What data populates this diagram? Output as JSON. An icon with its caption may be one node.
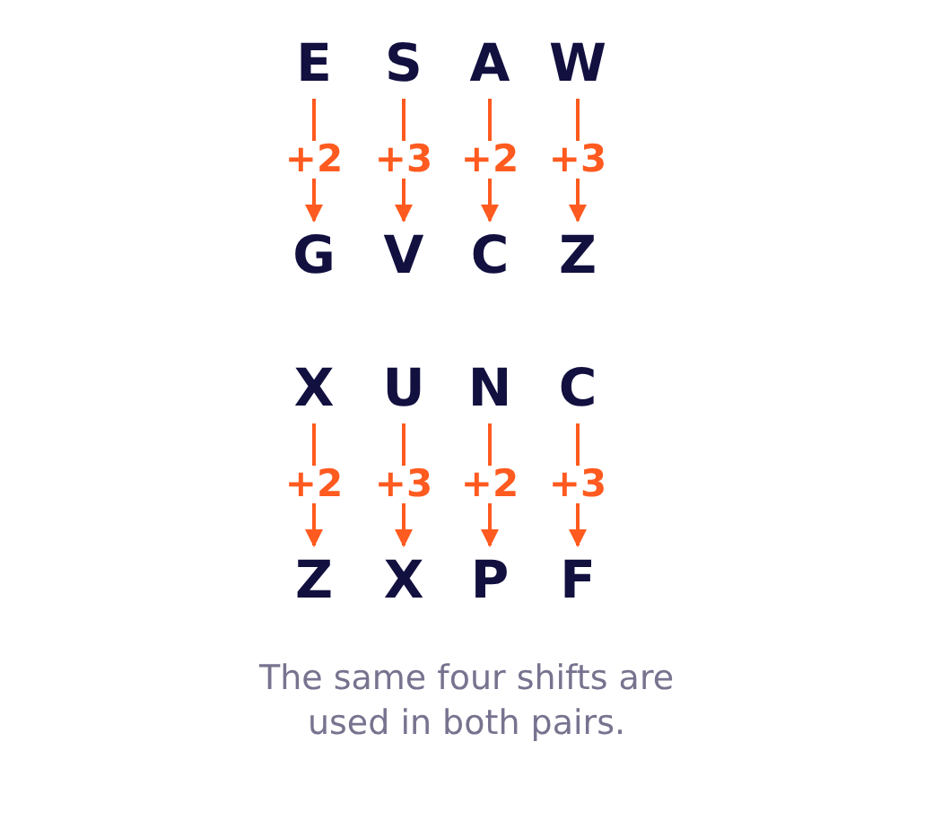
{
  "diagram": {
    "caption": "The same four shifts are used in both pairs.",
    "nodes": [
      {
        "text": [
          "E"
        ]
      },
      {
        "text": [
          "S"
        ]
      },
      {
        "text": [
          "A"
        ]
      },
      {
        "text": [
          "W"
        ]
      },
      {
        "text": [
          "G"
        ]
      },
      {
        "text": [
          "V"
        ]
      },
      {
        "text": [
          "C"
        ]
      },
      {
        "text": [
          "Z"
        ]
      },
      {
        "text": [
          "X"
        ]
      },
      {
        "text": [
          "U"
        ]
      },
      {
        "text": [
          "N"
        ]
      },
      {
        "text": [
          "C"
        ]
      },
      {
        "text": [
          "Z"
        ]
      },
      {
        "text": [
          "X"
        ]
      },
      {
        "text": [
          "P"
        ]
      },
      {
        "text": [
          "F"
        ]
      }
    ],
    "edges": [
      {
        "from": 0,
        "to": 4,
        "arrow": "to",
        "label": "+2"
      },
      {
        "from": 1,
        "to": 5,
        "arrow": "to",
        "label": "+3"
      },
      {
        "from": 2,
        "to": 6,
        "arrow": "to",
        "label": "+2"
      },
      {
        "from": 3,
        "to": 7,
        "arrow": "to",
        "label": "+3"
      },
      {
        "from": 8,
        "to": 12,
        "arrow": "to",
        "label": "+2"
      },
      {
        "from": 9,
        "to": 13,
        "arrow": "to",
        "label": "+3"
      },
      {
        "from": 10,
        "to": 14,
        "arrow": "to",
        "label": "+2"
      },
      {
        "from": 11,
        "to": 15,
        "arrow": "to",
        "label": "+3"
      }
    ]
  }
}
